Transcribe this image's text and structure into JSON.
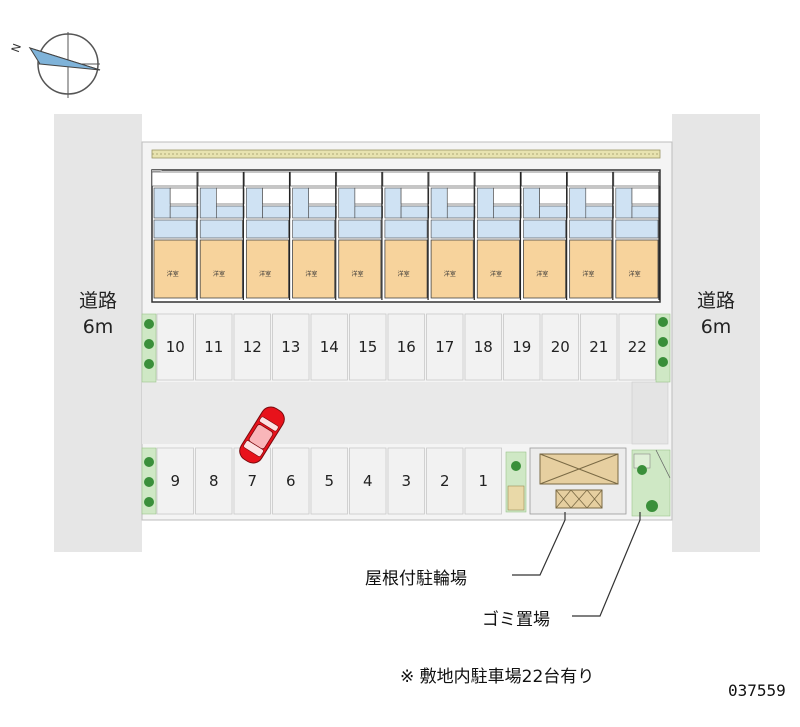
{
  "roads": {
    "left_label": "道路",
    "left_width": "6m",
    "right_label": "道路",
    "right_width": "6m"
  },
  "parking": {
    "top_row": [
      "10",
      "11",
      "12",
      "13",
      "14",
      "15",
      "16",
      "17",
      "18",
      "19",
      "20",
      "21",
      "22"
    ],
    "bottom_row": [
      "9",
      "8",
      "7",
      "6",
      "5",
      "4",
      "3",
      "2",
      "1"
    ]
  },
  "callouts": {
    "bicycle_parking": "屋根付駐輪場",
    "garbage_area": "ゴミ置場"
  },
  "note": "※ 敷地内駐車場22台有り",
  "code": "037559",
  "unit_room_label": "洋室",
  "colors": {
    "road": "#e6e6e6",
    "lot": "#f2f2f2",
    "room_orange": "#f7d39c",
    "room_blue": "#cfe2f3",
    "car_red": "#e8121b",
    "greenery": "#3a8f3a"
  }
}
